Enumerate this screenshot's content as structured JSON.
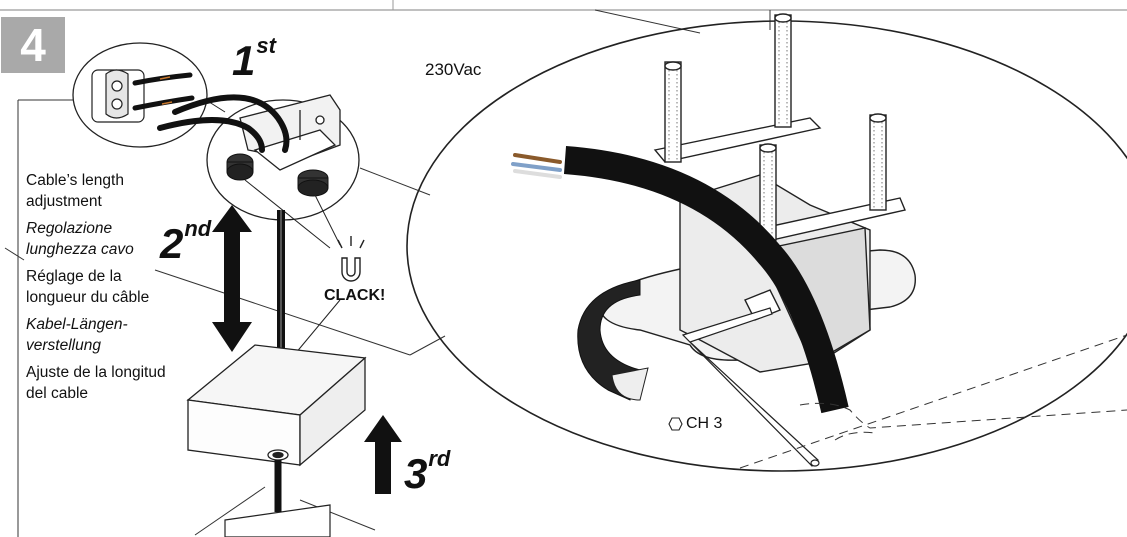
{
  "step": {
    "number": "4"
  },
  "labels": {
    "first": {
      "num": "1",
      "suffix": "st"
    },
    "second": {
      "num": "2",
      "suffix": "nd"
    },
    "third": {
      "num": "3",
      "suffix": "rd"
    }
  },
  "voltage": "230Vac",
  "clack": "CLACK!",
  "hex_key": "CH 3",
  "descriptions": {
    "en": "Cable’s length adjustment",
    "it": "Regolazione lunghezza cavo",
    "fr": "Réglage de la longueur du câble",
    "de": "Kabel-Längen-verstellung",
    "es": "Ajuste de la longitud del cable"
  },
  "icons": {
    "magnet": "magnet-icon",
    "hexagon": "hexagon-icon",
    "rotate_arrow": "rotate-arrow-icon",
    "hex_wrench": "hex-wrench-icon"
  }
}
